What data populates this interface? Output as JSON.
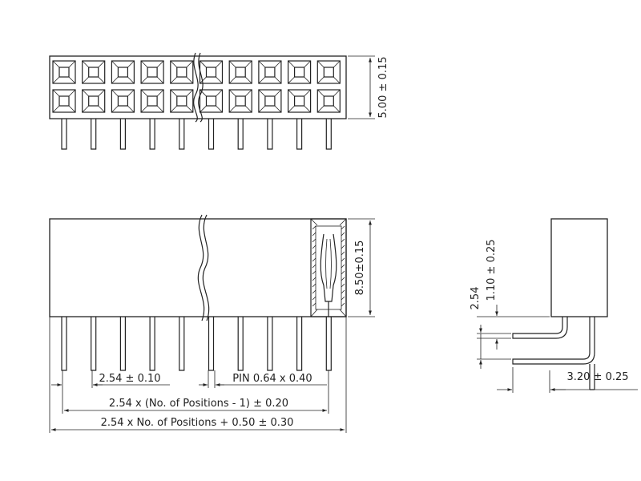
{
  "drawing": {
    "top_view": {
      "height_dim": "5.00 ± 0.15",
      "rows": 2,
      "positions_shown": 10
    },
    "front_view": {
      "height_dim": "8.50±0.15",
      "pitch_dim": "2.54 ± 0.10",
      "pin_dim": "PIN 0.64 x 0.40",
      "span_dim": "2.54 x (No. of Positions - 1) ± 0.20",
      "length_dim": "2.54 x No. of Positions + 0.50 ± 0.30"
    },
    "side_view": {
      "row_pitch_dim": "2.54",
      "offset_dim": "1.10 ± 0.25",
      "leg_dim": "3.20 ± 0.25"
    }
  }
}
